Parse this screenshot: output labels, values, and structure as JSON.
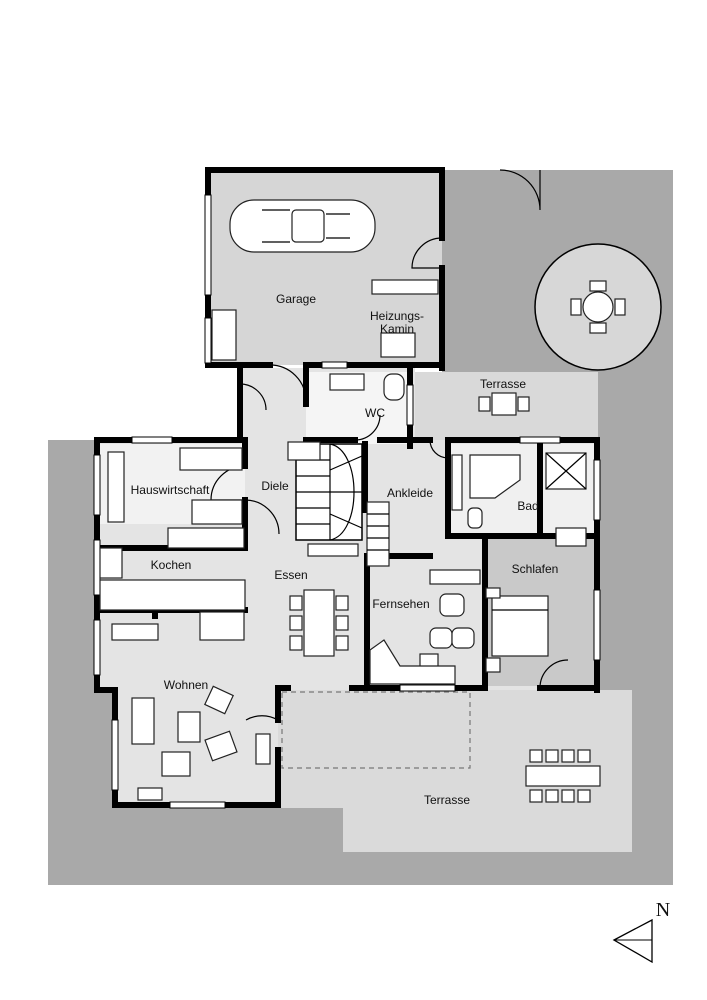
{
  "rooms": {
    "garage": "Garage",
    "heizung_line1": "Heizungs-",
    "heizung_line2": "Kamin",
    "terrasse_north": "Terrasse",
    "wc": "WC",
    "hauswirtschaft": "Hauswirtschaft",
    "diele": "Diele",
    "ankleide": "Ankleide",
    "bad": "Bad",
    "kochen": "Kochen",
    "essen": "Essen",
    "schlafen": "Schlafen",
    "fernsehen": "Fernsehen",
    "wohnen": "Wohnen",
    "terrasse_south": "Terrasse"
  },
  "compass": {
    "label": "N"
  },
  "colors": {
    "outdoor": "#a9a9a9",
    "terrace_north": "#d9d9d9",
    "terrace_south": "#dadada",
    "indoor": "#e2e2e2",
    "bedroom": "#c9c9c9",
    "wall": "#000000"
  }
}
